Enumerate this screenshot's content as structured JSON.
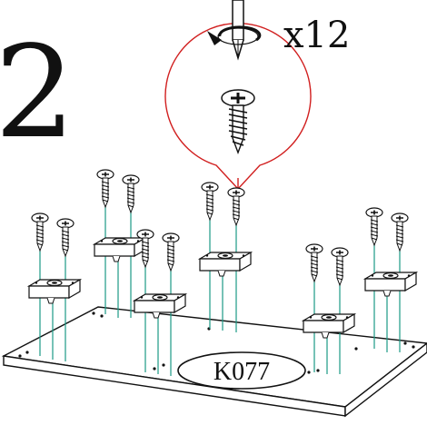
{
  "step": {
    "number": "2"
  },
  "callout": {
    "quantity": "x12"
  },
  "panel": {
    "code": "K077"
  },
  "colors": {
    "line": "#111111",
    "guide": "#1a9a86",
    "callout_ring": "#d11f1f",
    "background": "#ffffff"
  },
  "icons": {
    "driver": "screwdriver-icon",
    "rotation": "rotate-clockwise-icon",
    "screw": "wood-screw-icon",
    "bracket": "corner-bracket-icon"
  },
  "parts": {
    "screw_count": 12,
    "bracket_count": 6
  }
}
